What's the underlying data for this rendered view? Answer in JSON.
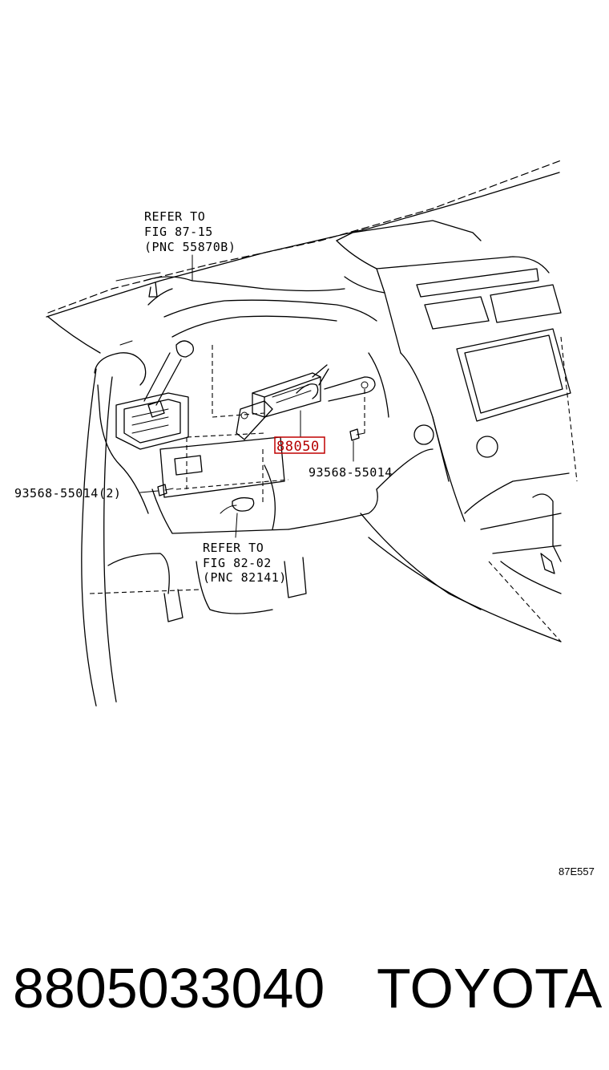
{
  "callouts": {
    "refer_top": {
      "line1": "REFER TO",
      "line2": "FIG 87-15",
      "line3": "(PNC 55870B)"
    },
    "refer_bottom": {
      "line1": "REFER TO",
      "line2": "FIG 82-02",
      "line3": "(PNC 82141)"
    },
    "bolt_left": "93568-55014(2)",
    "bolt_right": "93568-55014",
    "highlighted_part": "88050"
  },
  "illustration_code": "87E557",
  "footer": {
    "part_number": "8805033040",
    "brand": "TOYOTA"
  },
  "colors": {
    "highlight": "#b50000",
    "line": "#000000",
    "background": "#ffffff"
  }
}
